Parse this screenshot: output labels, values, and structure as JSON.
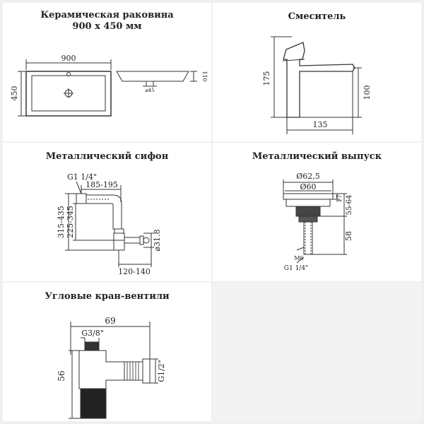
{
  "panels": {
    "sink": {
      "title_line1": "Керамическая раковина",
      "title_line2": "900 х 450 мм",
      "dim_width": "900",
      "dim_depth": "450",
      "dim_height": "110",
      "dim_drain": "⌀45"
    },
    "faucet": {
      "title": "Смеситель",
      "dim_height": "175",
      "dim_spout_height": "100",
      "dim_reach": "135"
    },
    "siphon": {
      "title": "Металлический сифон",
      "thread": "G1 1/4\"",
      "dim_top": "185-195",
      "dim_total_height": "315-435",
      "dim_height": "225-345",
      "dim_diameter": "⌀31.8",
      "dim_bottom": "120-140"
    },
    "drain": {
      "title": "Металлический выпуск",
      "dim_outer": "Ø62,5",
      "dim_inner": "Ø60",
      "dim_17": "17",
      "dim_range": "55-64",
      "dim_58": "58",
      "thread_m6": "M6",
      "thread_g": "G1 1/4\""
    },
    "valve": {
      "title": "Угловые кран-вентили",
      "dim_width": "69",
      "thread_in": "G3/8\"",
      "dim_height": "56",
      "thread_out": "G1/2\""
    }
  }
}
